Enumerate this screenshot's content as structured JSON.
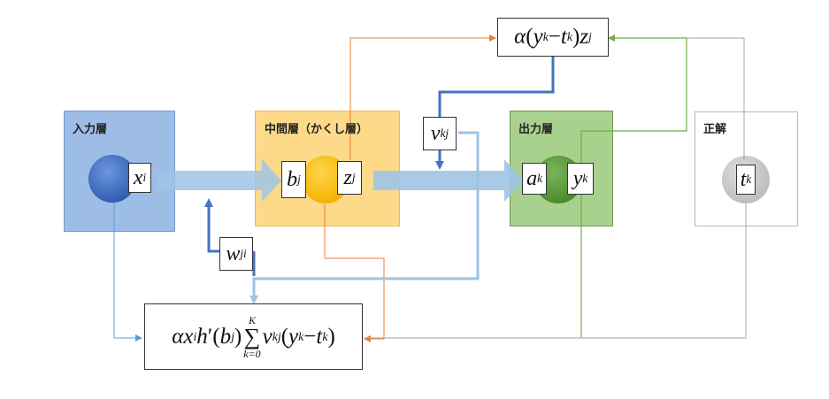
{
  "layers": {
    "input": {
      "title": "入力層"
    },
    "hidden": {
      "title": "中間層（かくし層）"
    },
    "output": {
      "title": "出力層"
    },
    "target": {
      "title": "正解"
    }
  },
  "labels": {
    "x": "x",
    "x_sub": "i",
    "b": "b",
    "b_sub": "j",
    "z": "z",
    "z_sub": "j",
    "a": "a",
    "a_sub": "k",
    "y": "y",
    "y_sub": "k",
    "t": "t",
    "t_sub": "k",
    "v": "v",
    "v_sub": "kj",
    "w": "w",
    "w_sub": "ji"
  },
  "formula_top": {
    "alpha": "α",
    "open": "(",
    "y": "y",
    "y_sub": "k",
    "minus": "−",
    "t": "t",
    "t_sub": "k",
    "close": ")",
    "z": "z",
    "z_sub": "j"
  },
  "formula_bottom": {
    "alpha": "α",
    "x": "x",
    "x_sub": "i",
    "h": "h",
    "prime": "′",
    "open_b": "(",
    "b": "b",
    "b_sub": "j",
    "close_b": ")",
    "sum": "∑",
    "sum_top": "K",
    "sum_bottom": "k=0",
    "v": "v",
    "v_sub": "kj",
    "open": "(",
    "y": "y",
    "y_sub": "k",
    "minus": "−",
    "t": "t",
    "t_sub": "k",
    "close": ")"
  },
  "colors": {
    "input_fill": "#9dbde6",
    "input_border": "#6f9ad2",
    "input_node": "#3f6fc6",
    "hidden_fill": "#fdd98a",
    "hidden_border": "#f3b84b",
    "hidden_node": "#ffc000",
    "output_fill": "#a9d18e",
    "output_border": "#6e9d4e",
    "output_node": "#5a9a3a",
    "target_node": "#c9c9c9",
    "arrow_fat": "#9fc4e6",
    "line_blue": "#4472c4",
    "line_lightblue": "#9dc3e6",
    "line_orange": "#ed7d31",
    "line_green": "#70ad47",
    "line_gray": "#a5a5a5"
  }
}
